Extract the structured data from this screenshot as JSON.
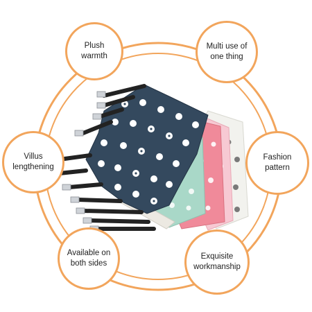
{
  "features": {
    "plush_warmth": "Plush warmth",
    "multi_use": "Multi use of one thing",
    "fashion_pattern": "Fashion pattern",
    "villus_lengthening": "Villus lengthening",
    "available_both_sides": "Available on both sides",
    "exquisite_workmanship": "Exquisite workmanship"
  },
  "colors": {
    "accent_ring": "#f2a55c",
    "navy_fabric": "#34495e",
    "pink_fabric": "#f08a9a",
    "mint_fabric": "#a9d8c8",
    "light_pink_fabric": "#f7c9d3",
    "white_fabric": "#f2f2ee",
    "strap": "#222222"
  },
  "icons": [
    "mask-product-image"
  ]
}
